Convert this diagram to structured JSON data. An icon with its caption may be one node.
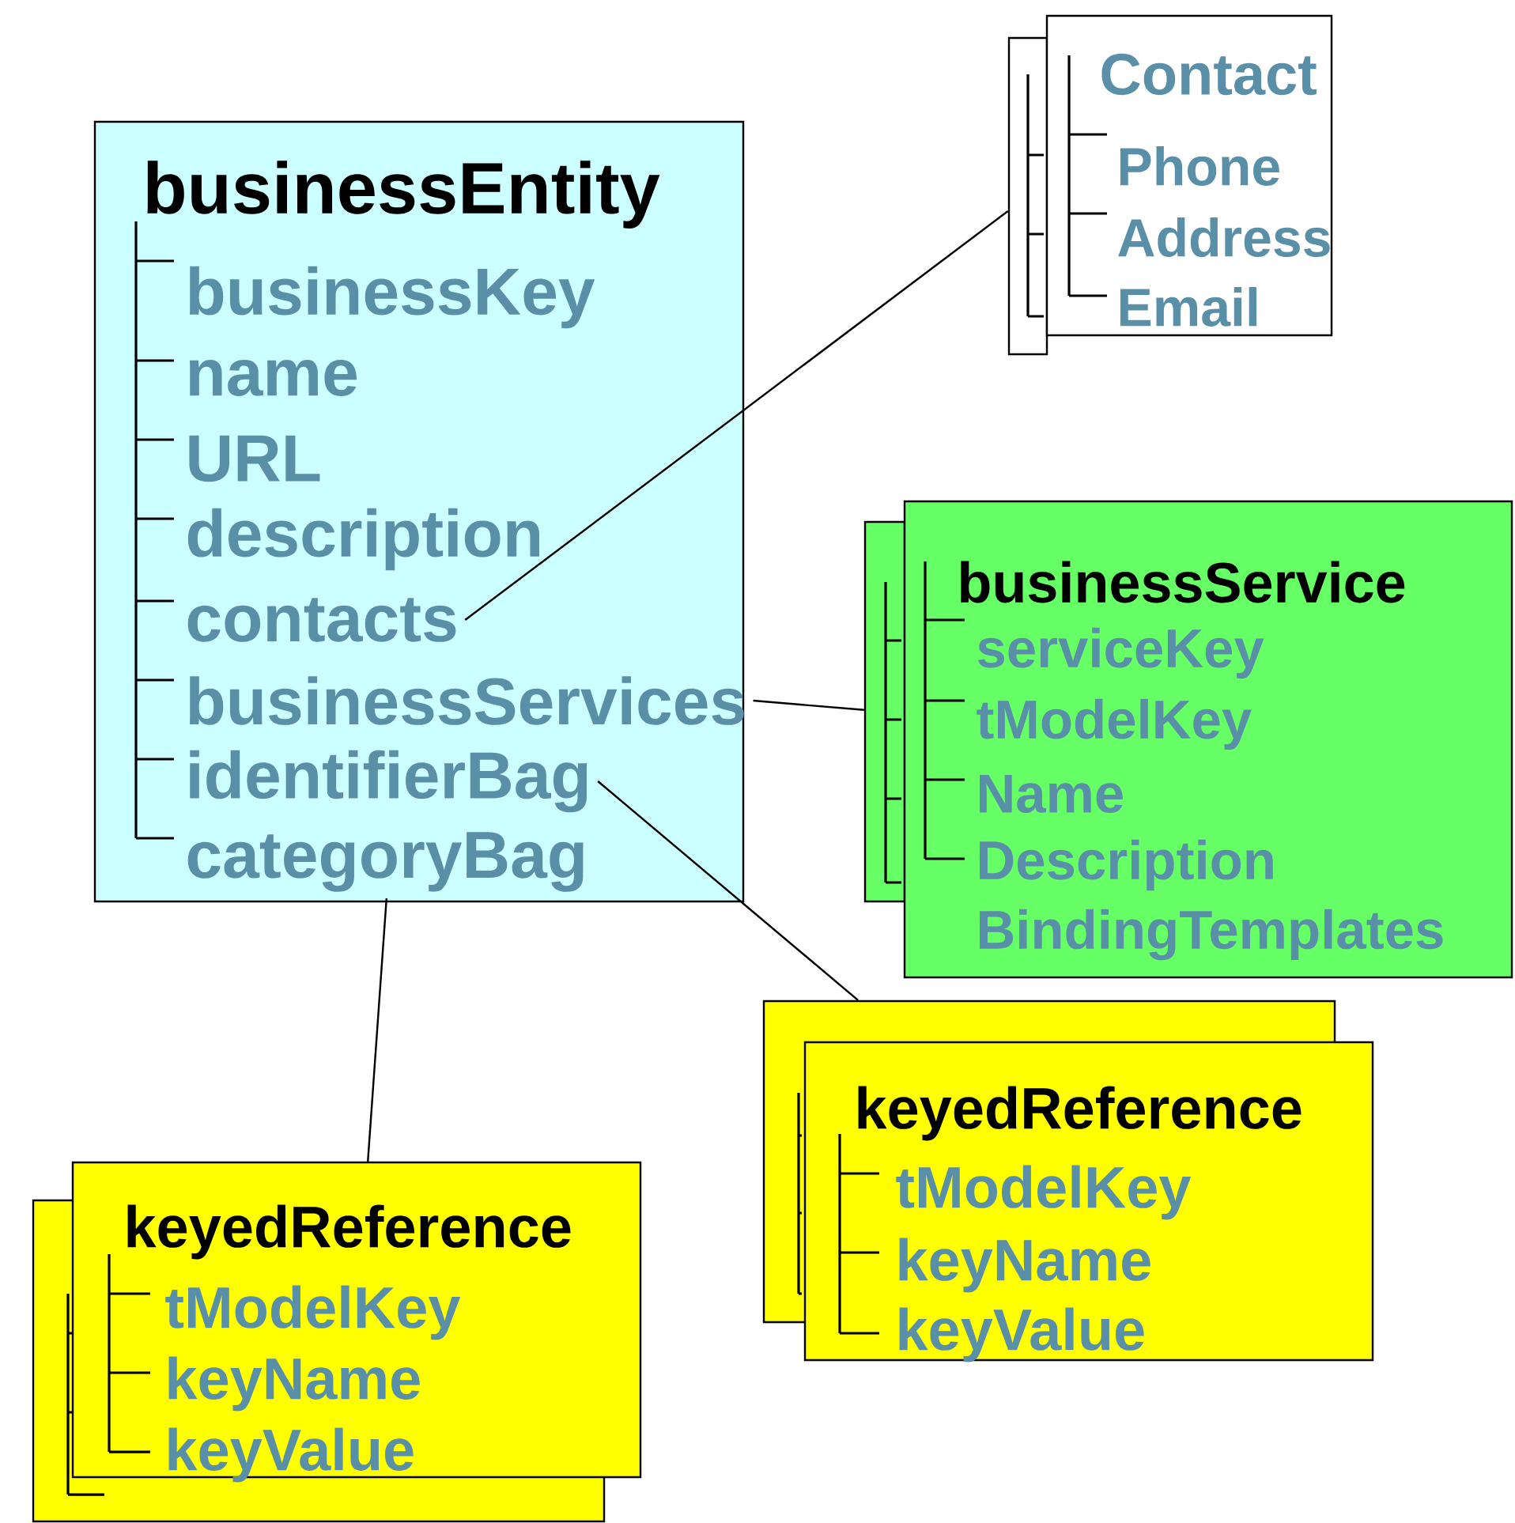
{
  "diagram": {
    "nodes": [
      {
        "text": [
          "businessEntity"
        ]
      },
      {
        "text": [
          "businessKey"
        ],
        "in": 0
      },
      {
        "text": [
          "name"
        ],
        "in": 0
      },
      {
        "text": [
          "URL"
        ],
        "in": 0
      },
      {
        "text": [
          "description"
        ],
        "in": 0
      },
      {
        "text": [
          "contacts"
        ],
        "in": 0
      },
      {
        "text": [
          "businessServices"
        ],
        "in": 0
      },
      {
        "text": [
          "identifierBag"
        ],
        "in": 0
      },
      {
        "text": [
          "categoryBag"
        ],
        "in": 0
      },
      {
        "text": [],
        "shape": "box"
      },
      {
        "text": [
          "Contact",
          "Phone",
          "Address",
          "Email"
        ]
      },
      {
        "text": [],
        "shape": "box"
      },
      {
        "text": [
          "businessService",
          "serviceKey",
          "tModelKey",
          "Name",
          "Description",
          "BindingTemplates"
        ]
      },
      {
        "text": [],
        "shape": "box"
      },
      {
        "text": [
          "keyedReference",
          "tModelKey",
          "keyName",
          "keyValue"
        ]
      },
      {
        "text": [],
        "shape": "box"
      },
      {
        "text": [
          "keyedReference",
          "tModelKey",
          "keyName",
          "keyValue"
        ]
      }
    ],
    "edges": [
      {
        "from": 5,
        "to": 9,
        "arrow": "none"
      },
      {
        "from": 6,
        "to": 11,
        "arrow": "none"
      },
      {
        "from": 7,
        "to": 13,
        "arrow": "none"
      },
      {
        "from": 8,
        "to": 16,
        "arrow": "none"
      }
    ]
  }
}
